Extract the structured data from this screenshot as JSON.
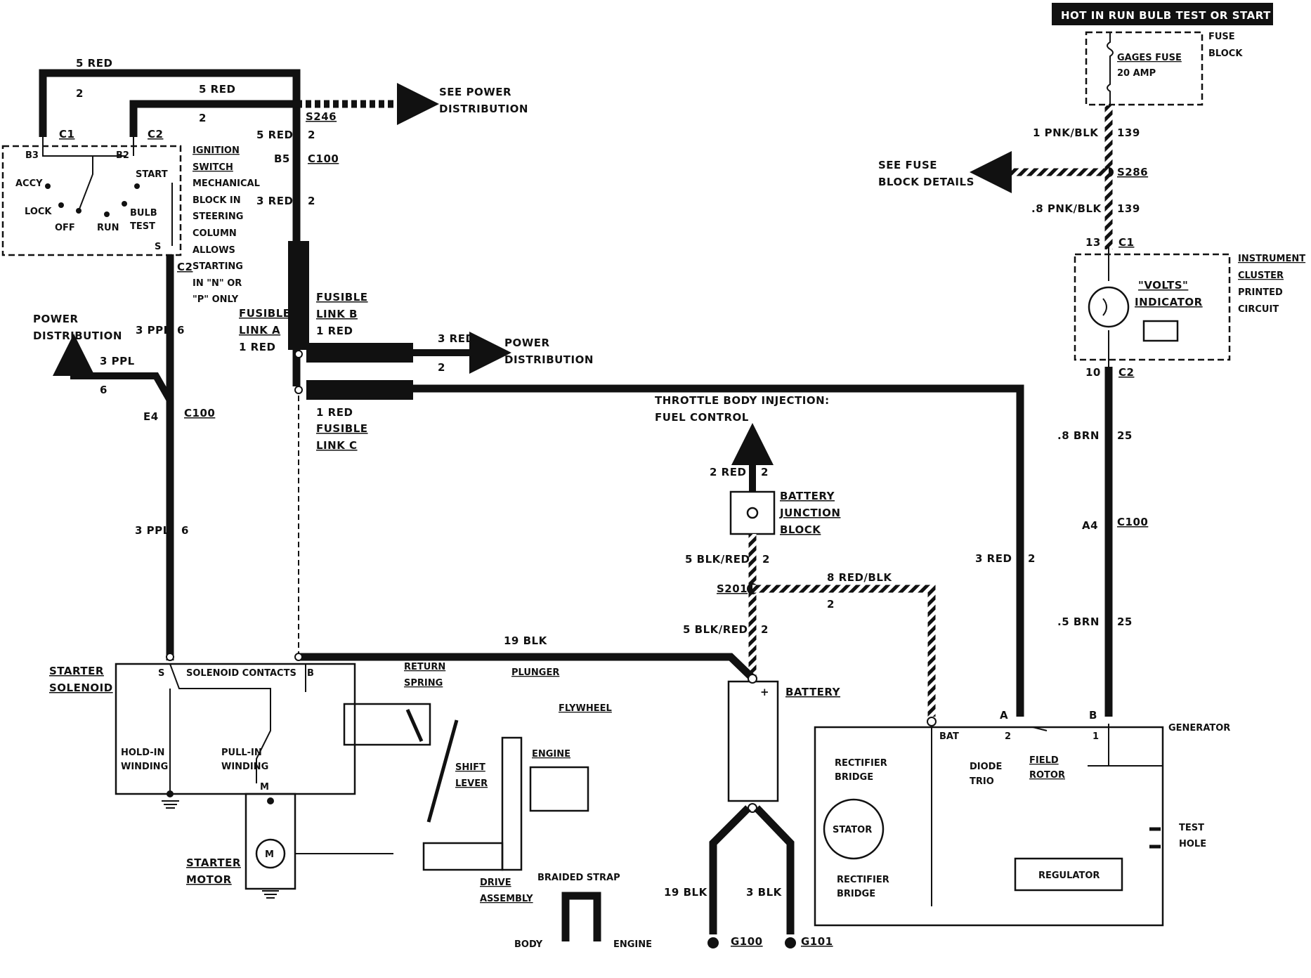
{
  "header": {
    "hot_label": "HOT IN RUN  BULB TEST OR START"
  },
  "fuse_block": {
    "title_line1": "FUSE",
    "title_line2": "BLOCK",
    "fuse_name": "GAGES FUSE",
    "fuse_rating": "20 AMP"
  },
  "wires": {
    "red5_top": "5 RED",
    "red5_top_num": "2",
    "red5_mid": "5 RED",
    "red5_mid_num": "2",
    "red5_s246": "5 RED",
    "red5_s246_num": "2",
    "red3_c100": "3 RED",
    "red3_c100_num": "2",
    "red3_power": "3 RED",
    "red3_power_num": "2",
    "red3_gen": "3 RED",
    "red3_gen_num": "2",
    "ppl3_a": "3 PPL",
    "ppl3_a_num": "6",
    "ppl3_b": "3 PPL",
    "ppl3_b_num": "6",
    "ppl3_c": "3 PPL",
    "ppl3_c_num": "6",
    "pnk1": "1 PNK/BLK",
    "pnk1_num": "139",
    "pnk8": ".8 PNK/BLK",
    "pnk8_num": "139",
    "brn8": ".8 BRN",
    "brn8_num": "25",
    "brn5": ".5 BRN",
    "brn5_num": "25",
    "red2": "2 RED",
    "red2_num": "2",
    "blkred5_a": "5 BLK/RED",
    "blkred5_a_num": "2",
    "blkred5_b": "5 BLK/RED",
    "blkred5_b_num": "2",
    "redblk8": "8 RED/BLK",
    "redblk8_num": "2",
    "blk19": "19 BLK",
    "blk19_b": "19 BLK",
    "blk3": "3 BLK"
  },
  "connectors": {
    "c1": "C1",
    "c2": "C2",
    "b3": "B3",
    "b2": "B2",
    "s": "S",
    "c2_bottom": "C2",
    "s246": "S246",
    "b5": "B5",
    "c100_a": "C100",
    "e4": "E4",
    "c100_b": "C100",
    "s286": "S286",
    "c1_cluster": "C1",
    "pin13": "13",
    "pin10": "10",
    "c2_cluster": "C2",
    "a4": "A4",
    "c100_c": "C100",
    "s201": "S201",
    "g100": "G100",
    "g101": "G101"
  },
  "ignition": {
    "accy": "ACCY",
    "lock": "LOCK",
    "off": "OFF",
    "run": "RUN",
    "start": "START",
    "bulb": "BULB",
    "test": "TEST",
    "note": [
      "IGNITION",
      "SWITCH",
      "MECHANICAL",
      "BLOCK IN",
      "STEERING",
      "COLUMN",
      "ALLOWS",
      "STARTING",
      "IN \"N\" OR",
      "\"P\" ONLY"
    ]
  },
  "fusible": {
    "b_line1": "FUSIBLE",
    "b_line2": "LINK B",
    "b_wire": "1 RED",
    "a_line1": "FUSIBLE",
    "a_line2": "LINK A",
    "a_wire": "1 RED",
    "c_wire": "1 RED",
    "c_line1": "FUSIBLE",
    "c_line2": "LINK C"
  },
  "refs": {
    "see_power_1": "SEE POWER",
    "see_power_2": "DISTRIBUTION",
    "power_dist_1": "POWER",
    "power_dist_2": "DISTRIBUTION",
    "power_left_1": "POWER",
    "power_left_2": "DISTRIBUTION",
    "see_fuse_1": "SEE FUSE",
    "see_fuse_2": "BLOCK DETAILS",
    "tbi_1": "THROTTLE BODY INJECTION:",
    "tbi_2": "FUEL CONTROL"
  },
  "cluster": {
    "title": [
      "INSTRUMENT",
      "CLUSTER",
      "PRINTED",
      "CIRCUIT"
    ],
    "volts_1": "\"VOLTS\"",
    "volts_2": "INDICATOR"
  },
  "junction": {
    "line1": "BATTERY",
    "line2": "JUNCTION",
    "line3": "BLOCK"
  },
  "starter": {
    "solenoid_1": "STARTER",
    "solenoid_2": "SOLENOID",
    "contacts": "SOLENOID CONTACTS",
    "s": "S",
    "b": "B",
    "m": "M",
    "hold_1": "HOLD-IN",
    "hold_2": "WINDING",
    "pull_1": "PULL-IN",
    "pull_2": "WINDING",
    "return_1": "RETURN",
    "return_2": "SPRING",
    "plunger": "PLUNGER",
    "flywheel": "FLYWHEEL",
    "engine": "ENGINE",
    "shift_1": "SHIFT",
    "shift_2": "LEVER",
    "motor_1": "STARTER",
    "motor_2": "MOTOR",
    "motor_m": "M",
    "drive_1": "DRIVE",
    "drive_2": "ASSEMBLY",
    "braided": "BRAIDED STRAP",
    "body": "BODY",
    "engine2": "ENGINE"
  },
  "battery": {
    "label": "BATTERY",
    "plus": "+"
  },
  "generator": {
    "label": "GENERATOR",
    "a": "A",
    "b": "B",
    "bat": "BAT",
    "n2": "2",
    "n1": "1",
    "rect_1": "RECTIFIER",
    "rect_2": "BRIDGE",
    "rect_3": "RECTIFIER",
    "rect_4": "BRIDGE",
    "diode_1": "DIODE",
    "diode_2": "TRIO",
    "field_1": "FIELD",
    "field_2": "ROTOR",
    "stator": "STATOR",
    "regulator": "REGULATOR",
    "test_1": "TEST",
    "test_2": "HOLE"
  }
}
